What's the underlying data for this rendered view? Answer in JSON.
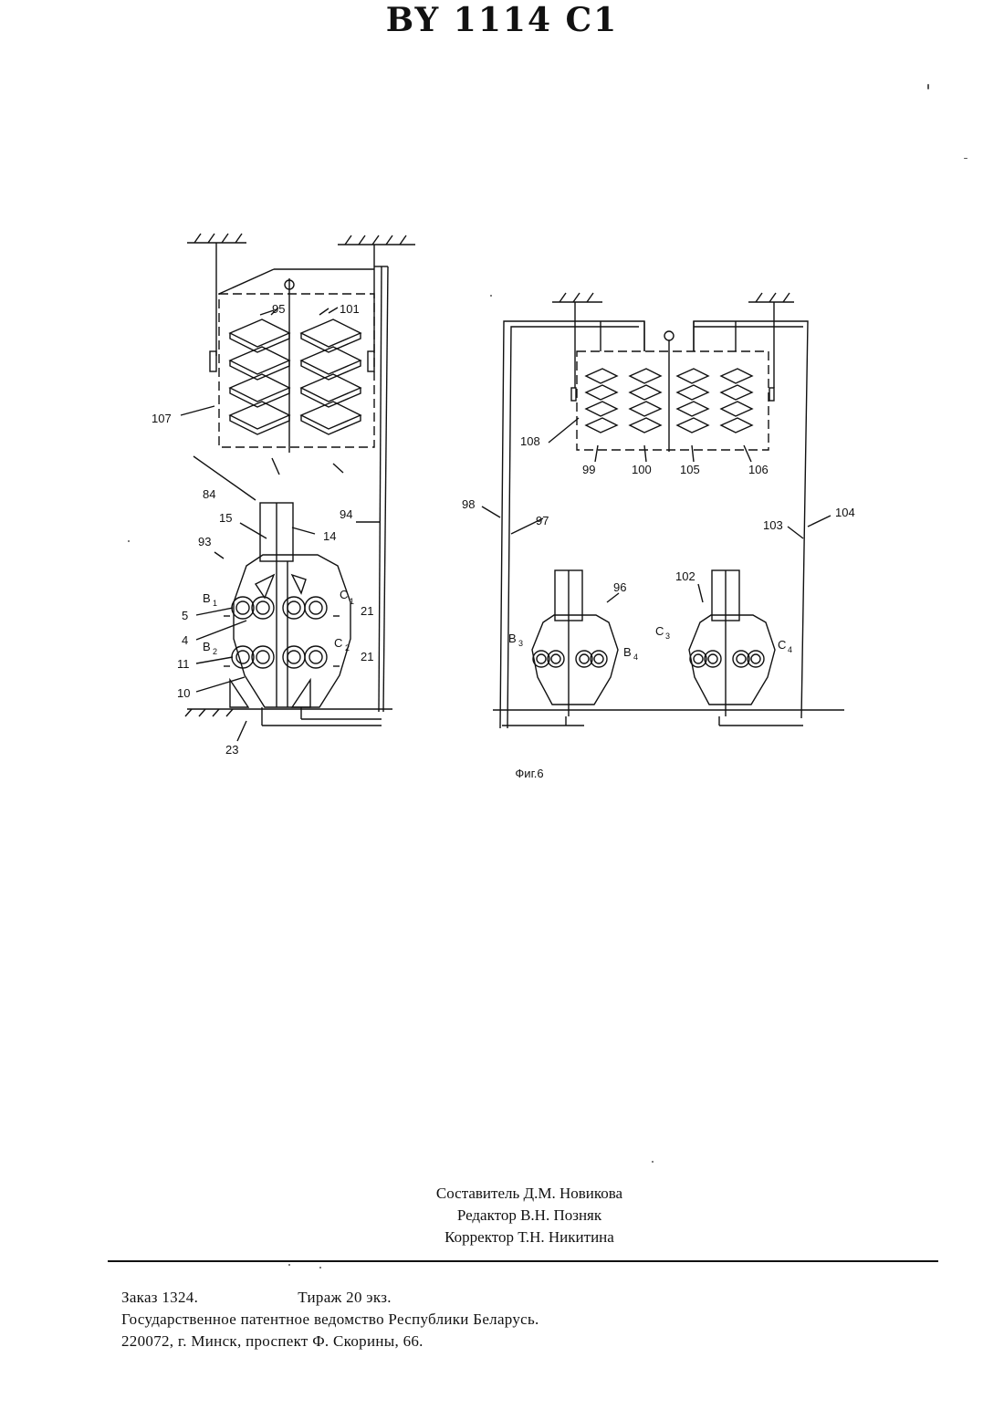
{
  "header": {
    "title": "BY 1114 C1"
  },
  "figure": {
    "caption": "Фиг.6",
    "labels": {
      "l107": "107",
      "l95": "95",
      "l101": "101",
      "l84": "84",
      "l15": "15",
      "l14": "14",
      "l93": "93",
      "l94": "94",
      "l5": "5",
      "l4": "4",
      "l11": "11",
      "l10": "10",
      "l23": "23",
      "l21a": "21",
      "l21b": "21",
      "B1": "B",
      "B1s": "1",
      "B2": "B",
      "B2s": "2",
      "C1": "C",
      "C1s": "1",
      "C2": "C",
      "C2s": "2",
      "l98": "98",
      "l97": "97",
      "l108": "108",
      "l99": "99",
      "l100": "100",
      "l105": "105",
      "l106": "106",
      "l96": "96",
      "l102": "102",
      "l103": "103",
      "l104": "104",
      "B3": "B",
      "B3s": "3",
      "B4": "B",
      "B4s": "4",
      "C3": "C",
      "C3s": "3",
      "C4": "C",
      "C4s": "4"
    }
  },
  "credits": {
    "compiler": "Составитель Д.М. Новикова",
    "editor": "Редактор В.Н. Позняк",
    "corrector": "Корректор Т.Н. Никитина"
  },
  "footer": {
    "order": "Заказ  1324.",
    "circulation": "Тираж 20 экз.",
    "office": "Государственное патентное ведомство Республики Беларусь.",
    "address": "220072, г. Минск, проспект Ф. Скорины, 66."
  }
}
